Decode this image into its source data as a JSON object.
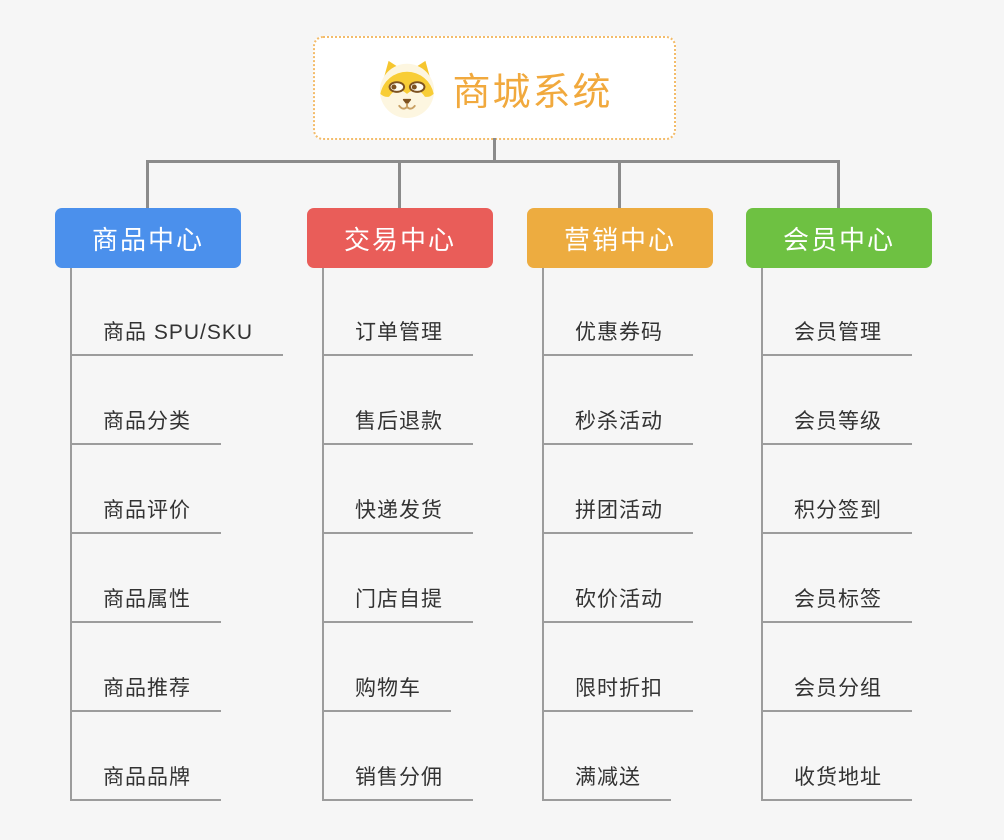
{
  "canvas": {
    "background_color": "#f6f6f6",
    "connector_color": "#8b8b8b",
    "leaf_line_color": "#9c9c9c",
    "leaf_text_color": "#333333"
  },
  "root": {
    "title": "商城系统",
    "icon": "dog-face-icon",
    "text_color": "#f1a93d",
    "border_color": "#f3bc6b",
    "background_color": "#ffffff"
  },
  "branches": [
    {
      "label": "商品中心",
      "color": "#4b90ec",
      "children": [
        "商品 SPU/SKU",
        "商品分类",
        "商品评价",
        "商品属性",
        "商品推荐",
        "商品品牌"
      ]
    },
    {
      "label": "交易中心",
      "color": "#e95d59",
      "children": [
        "订单管理",
        "售后退款",
        "快递发货",
        "门店自提",
        "购物车",
        "销售分佣"
      ]
    },
    {
      "label": "营销中心",
      "color": "#edac40",
      "children": [
        "优惠券码",
        "秒杀活动",
        "拼团活动",
        "砍价活动",
        "限时折扣",
        "满减送"
      ]
    },
    {
      "label": "会员中心",
      "color": "#6ec142",
      "children": [
        "会员管理",
        "会员等级",
        "积分签到",
        "会员标签",
        "会员分组",
        "收货地址"
      ]
    }
  ]
}
